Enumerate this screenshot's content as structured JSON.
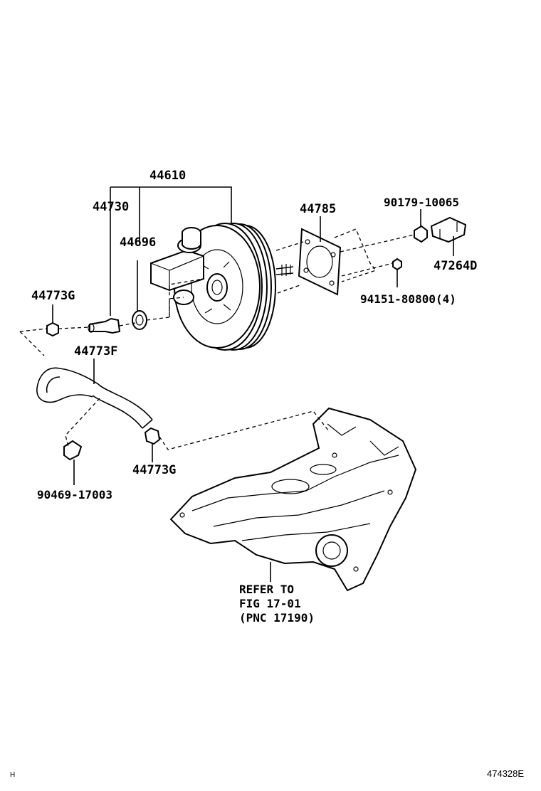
{
  "labels": {
    "booster_assembly": "44610",
    "check_valve": "44730",
    "grommet": "44696",
    "gasket": "44785",
    "nut_upper": "90179-10065",
    "bracket": "47264D",
    "nut_lower": "94151-80800(4)",
    "union_bolt_upper": "44773G",
    "vacuum_hose": "44773F",
    "union_bolt_lower": "44773G",
    "clamp": "90469-17003"
  },
  "refer": {
    "line1": "REFER TO",
    "line2": "FIG 17-01",
    "line3": "(PNC 17190)"
  },
  "footer": {
    "left_mark": "H",
    "figure_code": "474328E"
  }
}
